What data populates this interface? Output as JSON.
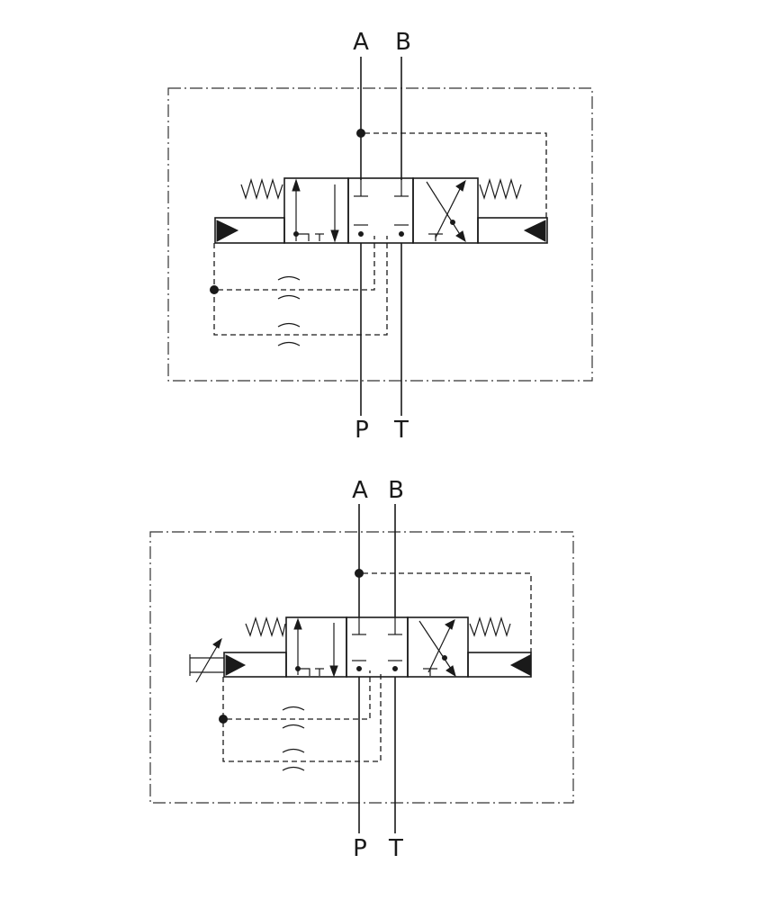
{
  "diagrams": [
    {
      "ports": {
        "a": "A",
        "b": "B",
        "p": "P",
        "t": "T"
      },
      "adjustable_spring": false
    },
    {
      "ports": {
        "a": "A",
        "b": "B",
        "p": "P",
        "t": "T"
      },
      "adjustable_spring": true
    }
  ]
}
